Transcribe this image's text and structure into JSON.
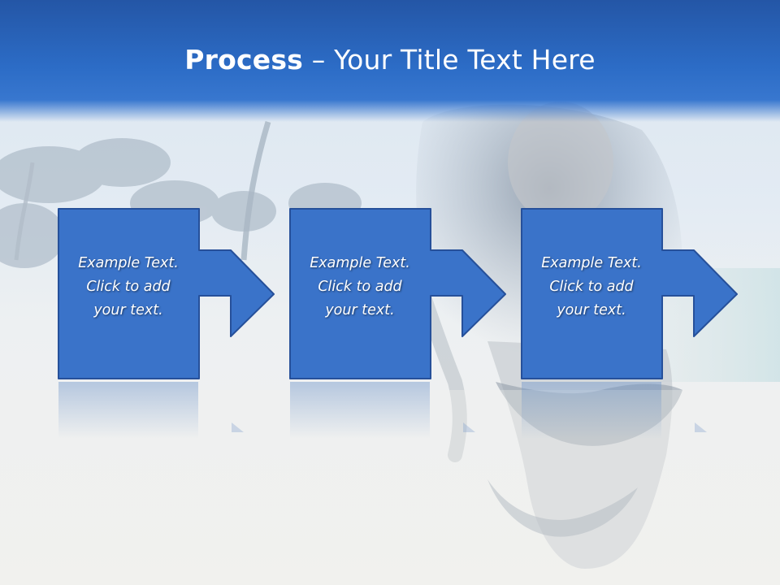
{
  "slide": {
    "title_bold": "Process",
    "title_rest": " – Your Title Text Here",
    "steps": [
      {
        "text": "Example Text.\nClick  to add\nyour text."
      },
      {
        "text": "Example Text.\nClick  to add\nyour text."
      },
      {
        "text": "Example Text.\nClick  to add\nyour text."
      }
    ]
  },
  "colors": {
    "header_blue": "#2a68c0",
    "box_blue": "#3a73c9",
    "box_border": "#26509a"
  }
}
